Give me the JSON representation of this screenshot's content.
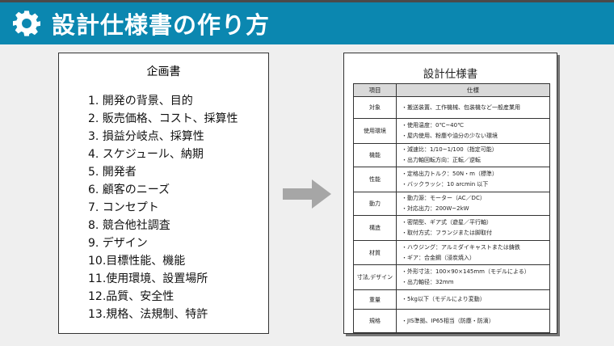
{
  "header": {
    "title": "設計仕様書の作り方",
    "icon": "gear-icon"
  },
  "plan": {
    "title": "企画書",
    "items": [
      "1. 開発の背景、目的",
      "2. 販売価格、コスト、採算性",
      "3. 損益分岐点、採算性",
      "4. スケジュール、納期",
      "5. 開発者",
      "6. 顧客のニーズ",
      "7. コンセプト",
      "8. 競合他社調査",
      "9. デザイン",
      "10.目標性能、機能",
      "11.使用環境、設置場所",
      "12.品質、安全性",
      "13.規格、法規制、特許"
    ]
  },
  "spec": {
    "title": "設計仕様書",
    "col_item": "項目",
    "col_spec": "仕様",
    "rows": [
      {
        "item": "対象",
        "lines": [
          "・搬送装置、工作機械、包装機など一般産業用"
        ]
      },
      {
        "item": "使用環境",
        "lines": [
          "・使用温度：0℃~40℃",
          "・屋内使用、粉塵や油分の少ない環境"
        ]
      },
      {
        "item": "機能",
        "lines": [
          "・減速比：1/10~1/100（指定可能）",
          "・出力軸回転方向：正転／逆転"
        ]
      },
      {
        "item": "性能",
        "lines": [
          "・定格出力トルク：50N・m（標準）",
          "・バックラッシ：10 arcmin 以下"
        ]
      },
      {
        "item": "動力",
        "lines": [
          "・動力源：モーター（AC／DC）",
          "・対応出力：200W~2kW"
        ]
      },
      {
        "item": "構造",
        "lines": [
          "・密閉型、ギア式（遊星／平行軸）",
          "・取付方式：フランジまたは脚取付"
        ]
      },
      {
        "item": "材質",
        "lines": [
          "・ハウジング：アルミダイキャストまたは鋳鉄",
          "・ギア：合金鋼（浸炭焼入）"
        ]
      },
      {
        "item": "寸法,デザイン",
        "lines": [
          "・外形寸法：100×90×145mm（モデルによる）",
          "・出力軸径：32mm"
        ]
      },
      {
        "item": "重量",
        "lines": [
          "・5kg以下（モデルにより変動）"
        ]
      },
      {
        "item": "規格",
        "lines": [
          "・JIS準拠、IP65相当（防塵・防滴）"
        ]
      }
    ]
  }
}
